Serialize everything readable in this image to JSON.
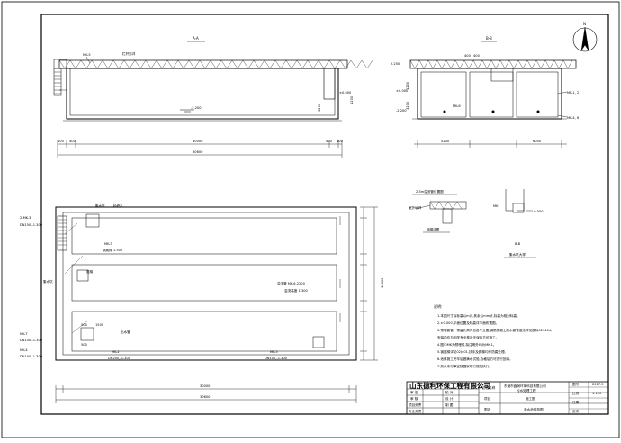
{
  "section_a": {
    "title": "A-A",
    "labels": {
      "mk5": "MK-5",
      "mk5_detail": "栏杆另详",
      "elev_top": "±0.000",
      "elev_bottom": "-2.200",
      "depth": "3200",
      "span_right": "1200"
    },
    "dims": {
      "d100a": "100",
      "d400a": "400",
      "d30000": "30000",
      "d400b": "400",
      "d100b": "100",
      "d30600": "30600"
    }
  },
  "section_b": {
    "title": "B-B",
    "labels": {
      "elev_top": "2.250",
      "elev_zero": "±0.000",
      "elev_bottom": "-2.200",
      "mk6": "MK-6",
      "mk1": "MK-1, 2",
      "mk4": "MK-4, 6",
      "top_dim1": "400",
      "top_dim2": "400",
      "depth": "3200",
      "h1200": "1200"
    },
    "dims": {
      "d5200": "5200",
      "d6000": "6000"
    }
  },
  "north_label": "N",
  "detail": {
    "title": "2.3m溢流管位置图",
    "labels": {
      "mk": "MK",
      "pipe_note": "室外地坪",
      "level": "-0.500",
      "caption1": "钢梯详图"
    },
    "second_title": "B-B",
    "second_caption": "集水坑大样"
  },
  "plan": {
    "labels": {
      "pump": "集水坑",
      "hatch": "检修孔",
      "mk3": "MK-3",
      "ladder_note": "钢爬梯 1.500",
      "side_mk": "2-MK-3",
      "dn150": "DN150,-1.300",
      "stair": "集水坑",
      "ladder": "爬梯",
      "mk7": "MK-7",
      "dn150b": "DN150,-1.300",
      "mk4": "MK-4",
      "dn100": "DN100,-1.300",
      "mk2": "MK-2",
      "dn200": "DN200,-1.300",
      "mk5": "MK-5",
      "dn100b": "DN100,-1.300",
      "overflow_title": "溢流管 MK-6,2200",
      "overflow_note": "溢流高度 1.300",
      "box1": "500",
      "box2": "1500",
      "box3": "500",
      "drain": "出水管",
      "right_dim": "18600",
      "bottom_dim1": "30000",
      "bottom_dim2": "30600"
    }
  },
  "notes": {
    "heading": "说明:",
    "lines": [
      "1.本图尺寸除标高以m计,其余以mm计,标高为相对标高。",
      "2.±0.000,平面位置及标高详平面布置图。",
      "3.预埋套管、预留孔洞详见各专业图,钢筋混凝土防水套管做法详见国标02S404,",
      "  安装前应与相关专业核对无误后方可施工。",
      "4.图中MK为预埋件,除注明外均为MK-1。",
      "5.钢爬梯详见02J401,扶手及爬梯均作防腐处理。",
      "6.池体施工完毕后做满水试验,合格后方可进行回填。",
      "7.其余未尽事宜按国家现行规范执行。"
    ]
  },
  "title_block": {
    "company": "山东德利环保工程有限公司",
    "client": "东营市鑫润环境科技有限公司",
    "project": "污水处理工程",
    "drawing_type": "工程名称",
    "stage_label": "施工图",
    "date_label": "2017.5",
    "scale_label": "1:100",
    "drawing_name": "清水池结构图",
    "roles": [
      "审 定",
      "审 核",
      "项目负责",
      "专业负责"
    ],
    "roles2": [
      "校 对",
      "设 计",
      "制 图"
    ],
    "fields": [
      "图号",
      "比例",
      "日期",
      "页次"
    ],
    "project_word": "项目",
    "drawing_word": "图名"
  }
}
